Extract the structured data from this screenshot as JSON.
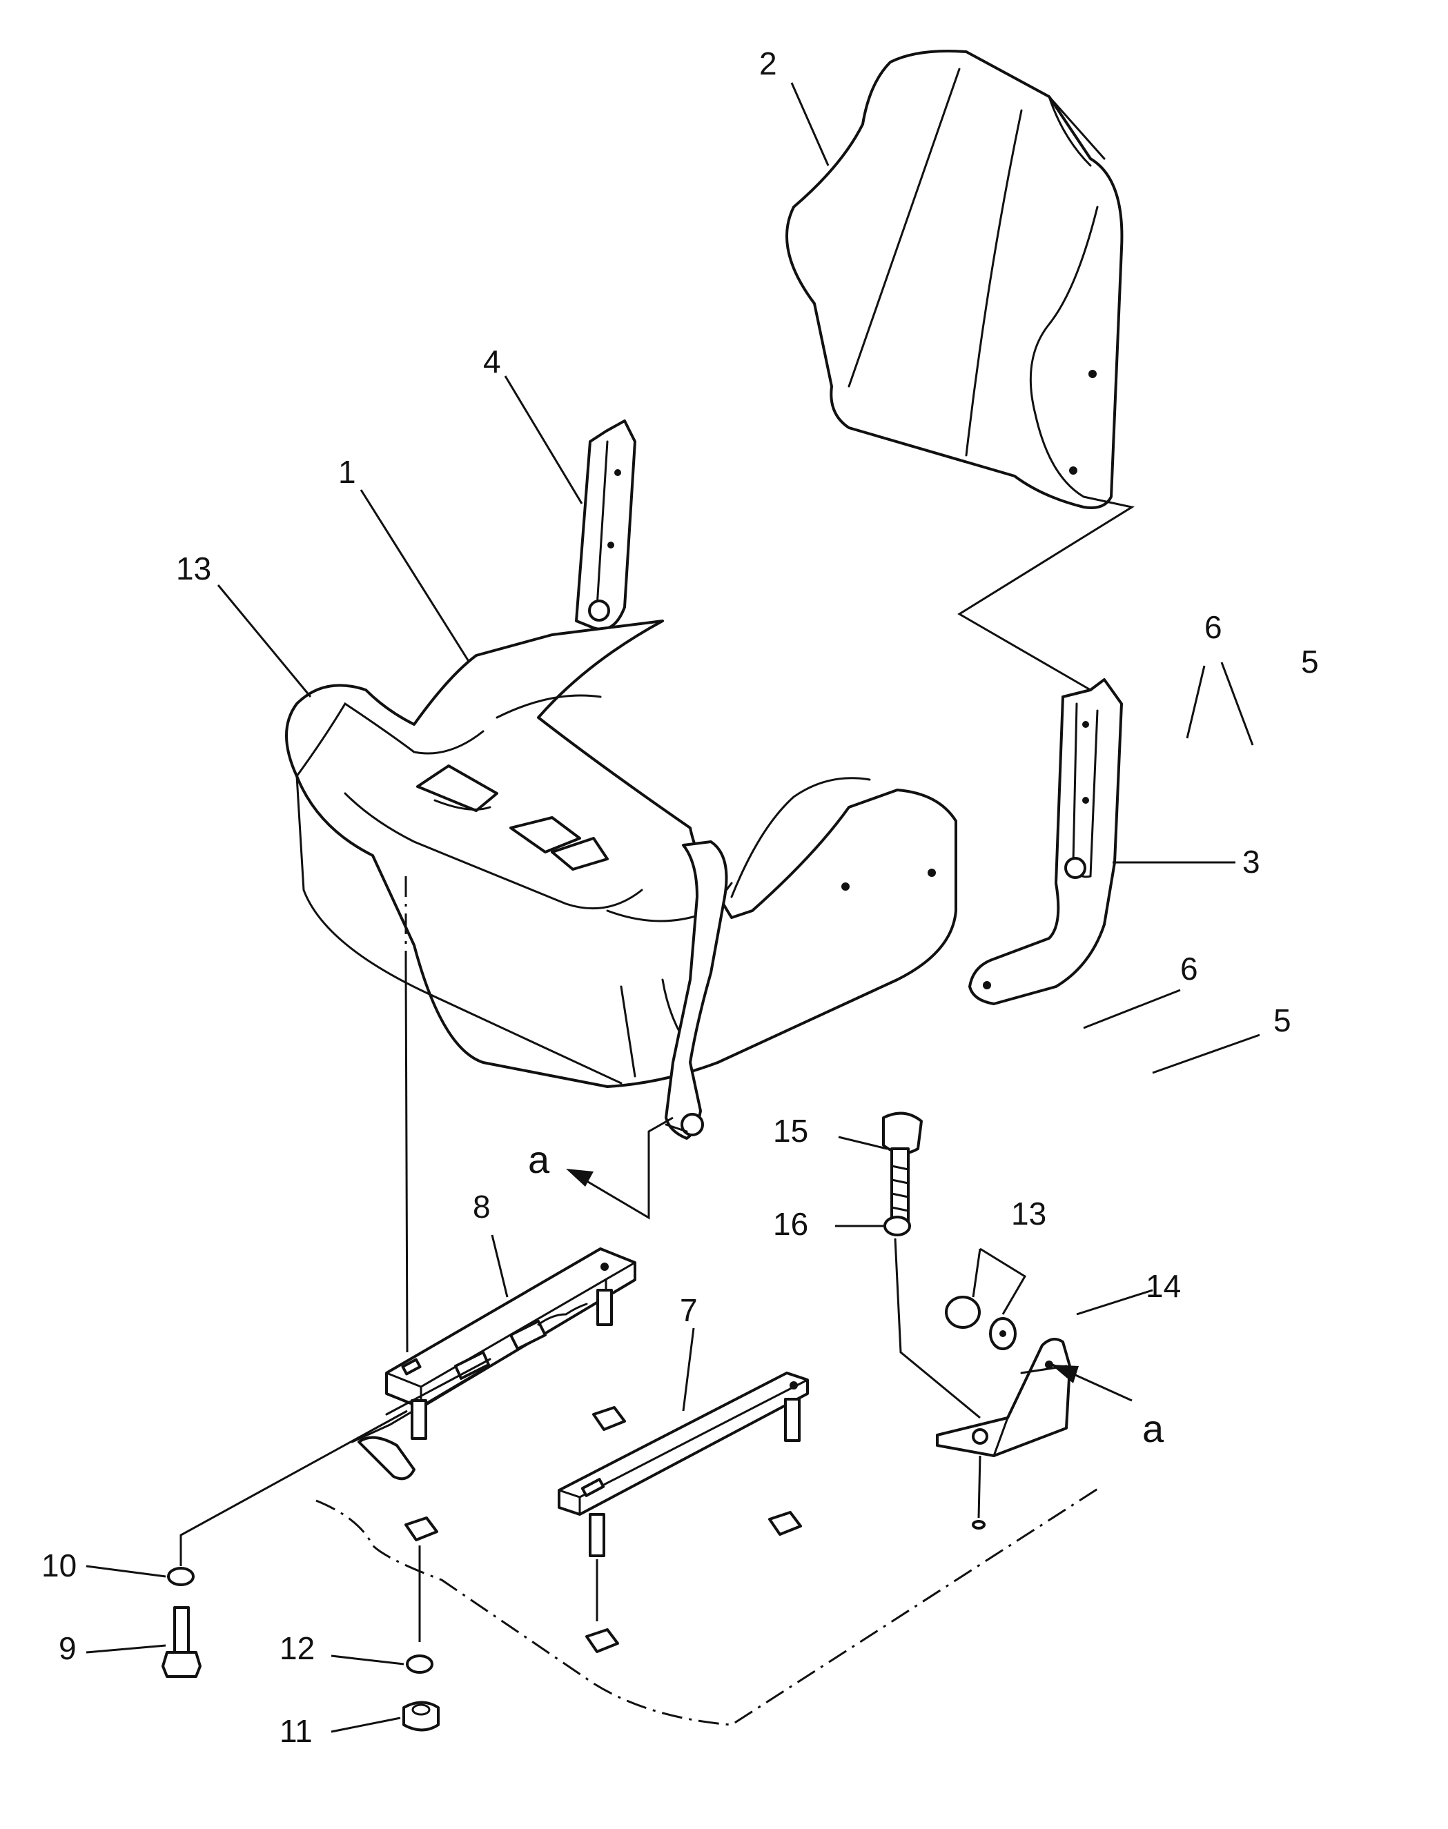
{
  "callouts": {
    "c1": "1",
    "c2": "2",
    "c3": "3",
    "c4": "4",
    "c5a": "5",
    "c5b": "5",
    "c6a": "6",
    "c6b": "6",
    "c7": "7",
    "c8": "8",
    "c9": "9",
    "c10": "10",
    "c11": "11",
    "c12": "12",
    "c13a": "13",
    "c13b": "13",
    "c14": "14",
    "c15": "15",
    "c16": "16",
    "ref_a1": "a",
    "ref_a2": "a"
  },
  "colors": {
    "line": "#111111",
    "background": "#ffffff"
  }
}
